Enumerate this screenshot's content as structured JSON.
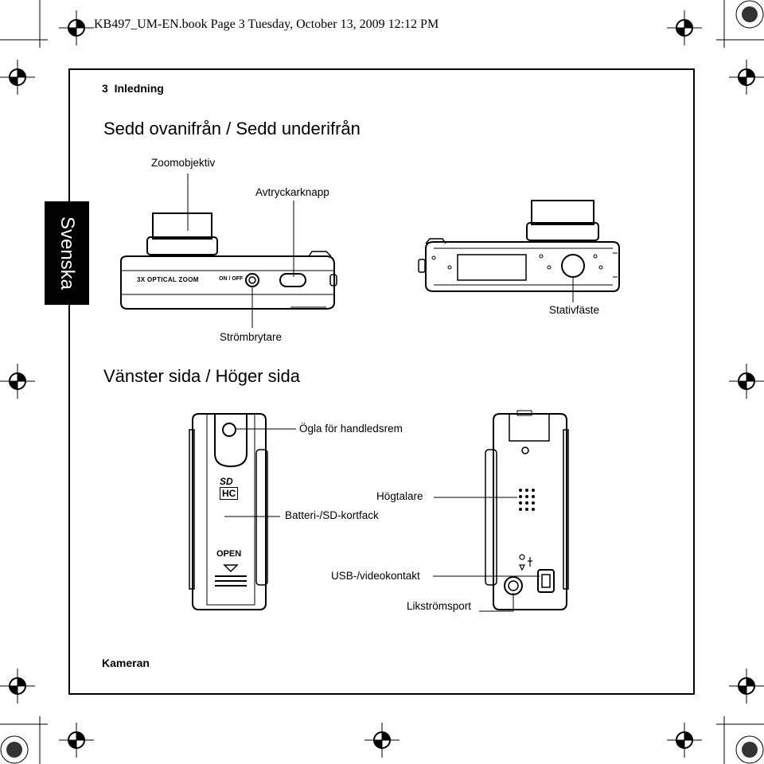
{
  "running_head": "KB497_UM-EN.book  Page 3  Tuesday, October 13, 2009  12:12 PM",
  "page": {
    "number": "3",
    "section": "Inledning",
    "language_tab": "Svenska",
    "footer": "Kameran"
  },
  "top_bottom": {
    "heading": "Sedd ovanifrån / Sedd underifrån",
    "labels": {
      "zoom_lens": "Zoomobjektiv",
      "shutter": "Avtryckarknapp",
      "power": "Strömbrytare",
      "tripod": "Stativfäste"
    },
    "camera_print": {
      "optical_zoom": "3X OPTICAL ZOOM",
      "on_off": "ON / OFF"
    }
  },
  "left_right": {
    "heading": "Vänster sida / Höger sida",
    "labels": {
      "strap": "Ögla för handledsrem",
      "speaker": "Högtalare",
      "battery": "Batteri-/SD-kortfack",
      "usb": "USB-/videokontakt",
      "dc": "Likströmsport"
    },
    "camera_print": {
      "sd_top": "SD",
      "sd_bottom": "HC",
      "open": "OPEN"
    }
  }
}
